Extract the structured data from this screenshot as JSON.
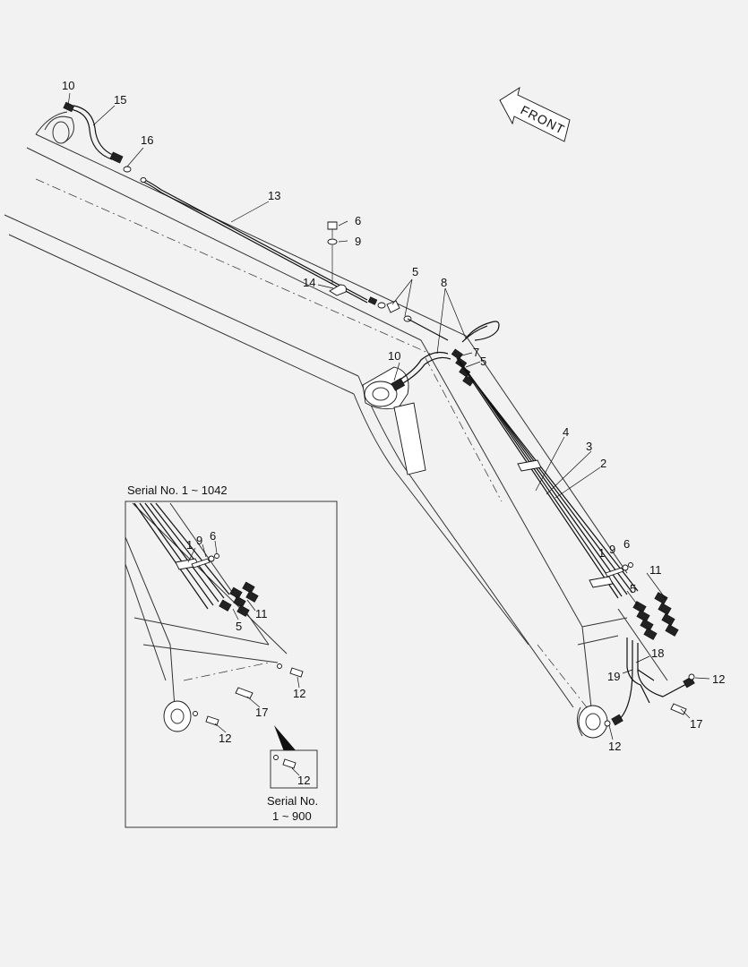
{
  "direction": {
    "label": "FRONT"
  },
  "inset_main": {
    "caption": "Serial No. 1 ~ 1042"
  },
  "inset_sub": {
    "caption_line1": "Serial No.",
    "caption_line2": "1 ~ 900"
  },
  "callouts": {
    "c1_main": "1",
    "c2": "2",
    "c3": "3",
    "c4": "4",
    "c5_top": "5",
    "c5_mid": "5",
    "c5_low": "5",
    "c6_top": "6",
    "c6_low": "6",
    "c7": "7",
    "c8": "8",
    "c9_top": "9",
    "c9_low": "9",
    "c10_top": "10",
    "c10_mid": "10",
    "c11_main": "11",
    "c12_right": "12",
    "c12_bottom": "12",
    "c13": "13",
    "c14": "14",
    "c15": "15",
    "c16": "16",
    "c17_main": "17",
    "c18": "18",
    "c19": "19"
  },
  "inset_callouts": {
    "i1": "1",
    "i9": "9",
    "i6": "6",
    "i11": "11",
    "i5": "5",
    "i12_a": "12",
    "i17": "17",
    "i12_b": "12",
    "i12_c": "12"
  }
}
